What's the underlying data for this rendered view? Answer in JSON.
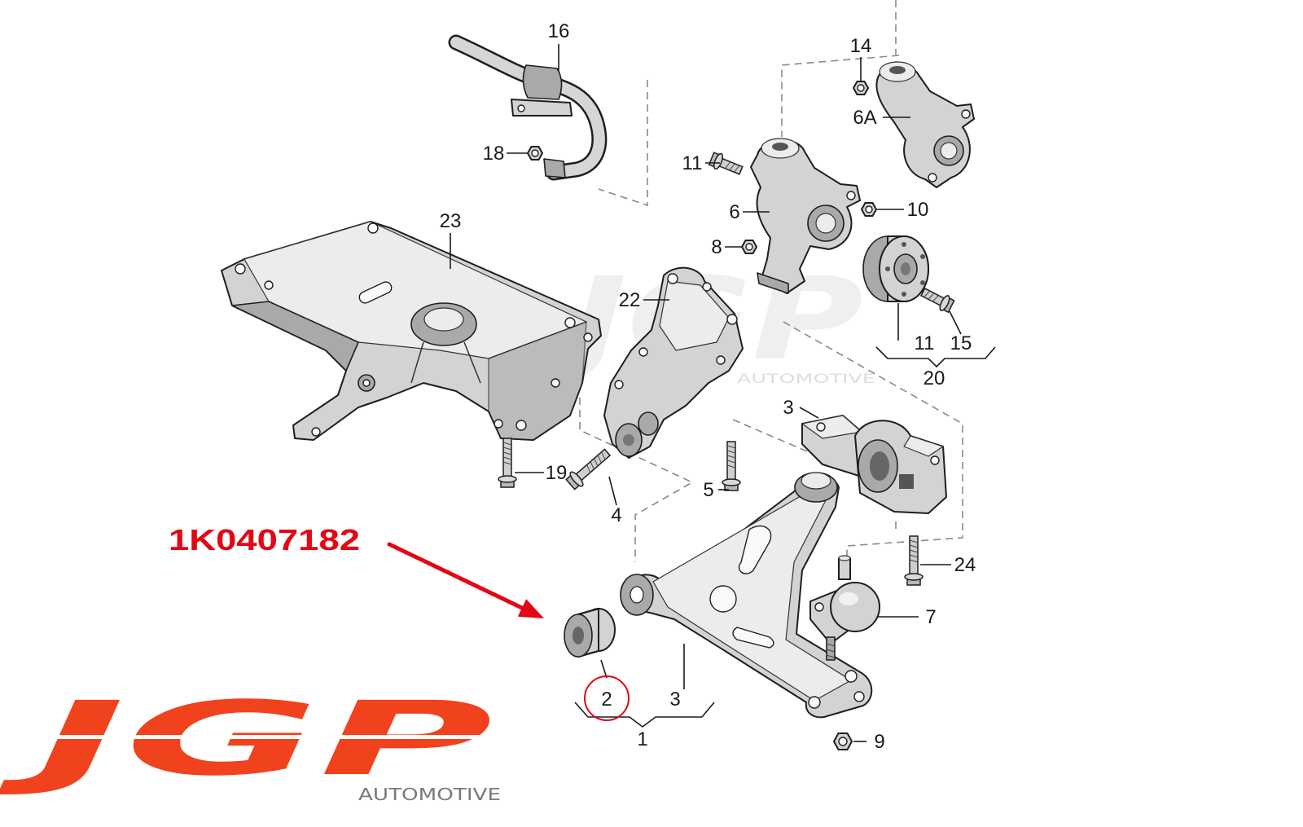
{
  "labels": {
    "item_16": "16",
    "item_14": "14",
    "item_6a": "6A",
    "item_18": "18",
    "item_11_top": "11",
    "item_6": "6",
    "item_10": "10",
    "item_23": "23",
    "item_22": "22",
    "item_8": "8",
    "item_11_bottom": "11",
    "item_15": "15",
    "item_20": "20",
    "item_3_top": "3",
    "item_19": "19",
    "item_4": "4",
    "item_5": "5",
    "item_24": "24",
    "item_7": "7",
    "item_2": "2",
    "item_3_bottom": "3",
    "item_1": "1",
    "item_9": "9"
  },
  "callout": {
    "part_number": "1K0407182"
  },
  "watermark": {
    "brand": "JGP",
    "tagline": "AUTOMOTIVE"
  },
  "logo": {
    "brand": "JGP",
    "tagline": "AUTOMOTIVE"
  },
  "colors": {
    "callout_red": "#e30613",
    "logo_red": "#f0421c",
    "part_fill": "#d3d3d3",
    "line": "#1e1e1e"
  }
}
